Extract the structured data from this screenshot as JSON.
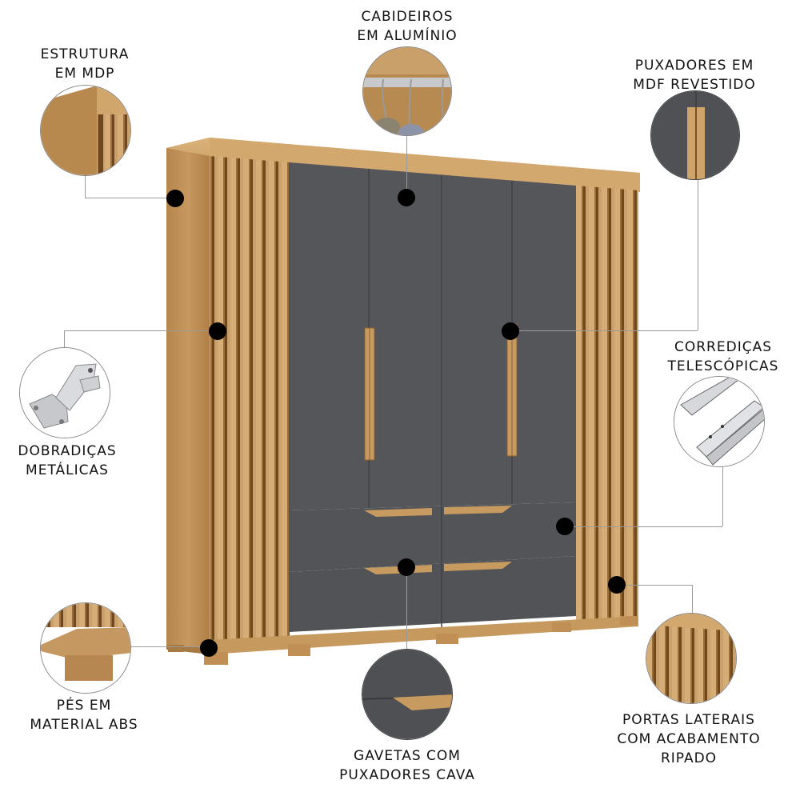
{
  "features": [
    {
      "id": "estrutura",
      "lines": [
        "ESTRUTURA",
        "EM MDP"
      ]
    },
    {
      "id": "cabideiros",
      "lines": [
        "CABIDEIROS",
        "EM ALUMÍNIO"
      ]
    },
    {
      "id": "puxadores",
      "lines": [
        "PUXADORES EM",
        "MDF REVESTIDO"
      ]
    },
    {
      "id": "dobradicas",
      "lines": [
        "DOBRADIÇAS",
        "METÁLICAS"
      ]
    },
    {
      "id": "corredicas",
      "lines": [
        "CORREDIÇAS",
        "TELESCÓPICAS"
      ]
    },
    {
      "id": "pes",
      "lines": [
        "PÉS EM",
        "MATERIAL ABS"
      ]
    },
    {
      "id": "gavetas",
      "lines": [
        "GAVETAS COM",
        "PUXADORES CAVA"
      ]
    },
    {
      "id": "portas",
      "lines": [
        "PORTAS LATERAIS",
        "COM ACABAMENTO",
        "RIPADO"
      ]
    }
  ],
  "colors": {
    "wood": "#c49658",
    "door_gray": "#55565a",
    "marker": "#000000",
    "leader_line": "#9a9a9a"
  }
}
